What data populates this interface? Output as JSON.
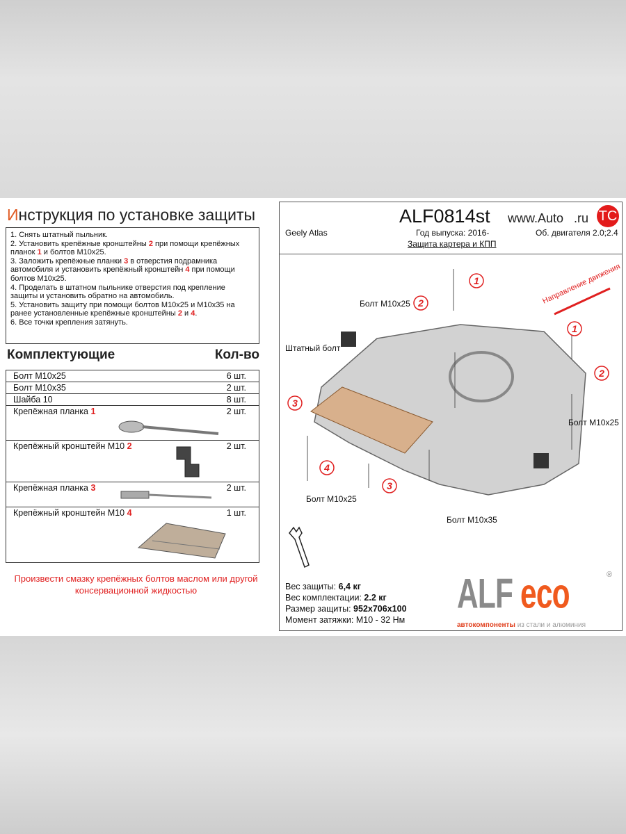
{
  "title": {
    "first_letter": "И",
    "rest": "нструкция по установке защиты"
  },
  "instructions": [
    {
      "a": "1. Снять штатный пыльник."
    },
    {
      "a": "2. Установить крепёжные кронштейны ",
      "n1": "2",
      "b": " при помощи крепёжных планок ",
      "n2": "1",
      "c": " и болтов М10х25."
    },
    {
      "a": "3. Заложить крепёжные планки ",
      "n1": "3",
      "b": " в отверстия подрамника автомобиля и установить крепёжный кронштейн ",
      "n2": "4",
      "c": " при помощи болтов М10х25."
    },
    {
      "a": "4. Проделать в штатном пыльнике отверстия под крепление защиты и установить обратно на автомобиль."
    },
    {
      "a": "5. Установить защиту при помощи болтов М10х25 и М10х35 на ранее установленные крепёжные кронштейны ",
      "n1": "2",
      "b": " и ",
      "n2": "4",
      "c": "."
    },
    {
      "a": "6.   Все точки крепления затянуть."
    }
  ],
  "parts_heading": "Комплектующие",
  "qty_heading": "Кол-во",
  "parts": [
    {
      "name": "Болт М10х25",
      "num": "",
      "qty": "6 шт."
    },
    {
      "name": "Болт М10х35",
      "num": "",
      "qty": "2 шт."
    },
    {
      "name": "Шайба 10",
      "num": "",
      "qty": "8 шт."
    },
    {
      "name": "Крепёжная планка ",
      "num": "1",
      "qty": "2 шт."
    },
    {
      "name": "Крепёжный кронштейн М10 ",
      "num": "2",
      "qty": "2 шт."
    },
    {
      "name": "Крепёжная планка ",
      "num": "3",
      "qty": "2 шт."
    },
    {
      "name": "Крепёжный кронштейн М10 ",
      "num": "4",
      "qty": "1 шт."
    }
  ],
  "warning": "Произвести смазку крепёжных болтов маслом или другой консервационной жидкостью",
  "header": {
    "code": "ALF0814st",
    "site": "www.Auto   .ru",
    "site_logo": "TC",
    "car": "Geely Atlas",
    "year": "Год выпуска: 2016-",
    "engine": "Об. двигателя 2.0;2.4",
    "protection": "Защита картера и КПП"
  },
  "diagram": {
    "direction": "Направление движения",
    "bolt_m10x25": "Болт M10x25",
    "bolt_m10x35": "Болт M10x35",
    "std_bolt": "Штатный болт",
    "callouts": [
      "1",
      "2",
      "3",
      "4"
    ],
    "accent": "#e02020"
  },
  "specs": [
    {
      "label": "Вес защиты: ",
      "value": "6,4 кг"
    },
    {
      "label": "Вес комплектации: ",
      "value": "2.2 кг"
    },
    {
      "label": "Размер защиты: ",
      "value": "952x706x100"
    },
    {
      "label": "Момент затяжки: ",
      "value": " M10 - 32 Нм"
    }
  ],
  "logo": {
    "alf": "ALF ",
    "eco": "eco",
    "reg": "®",
    "tag_red": "автокомпоненты",
    "tag_gray": " из стали и алюминия"
  }
}
